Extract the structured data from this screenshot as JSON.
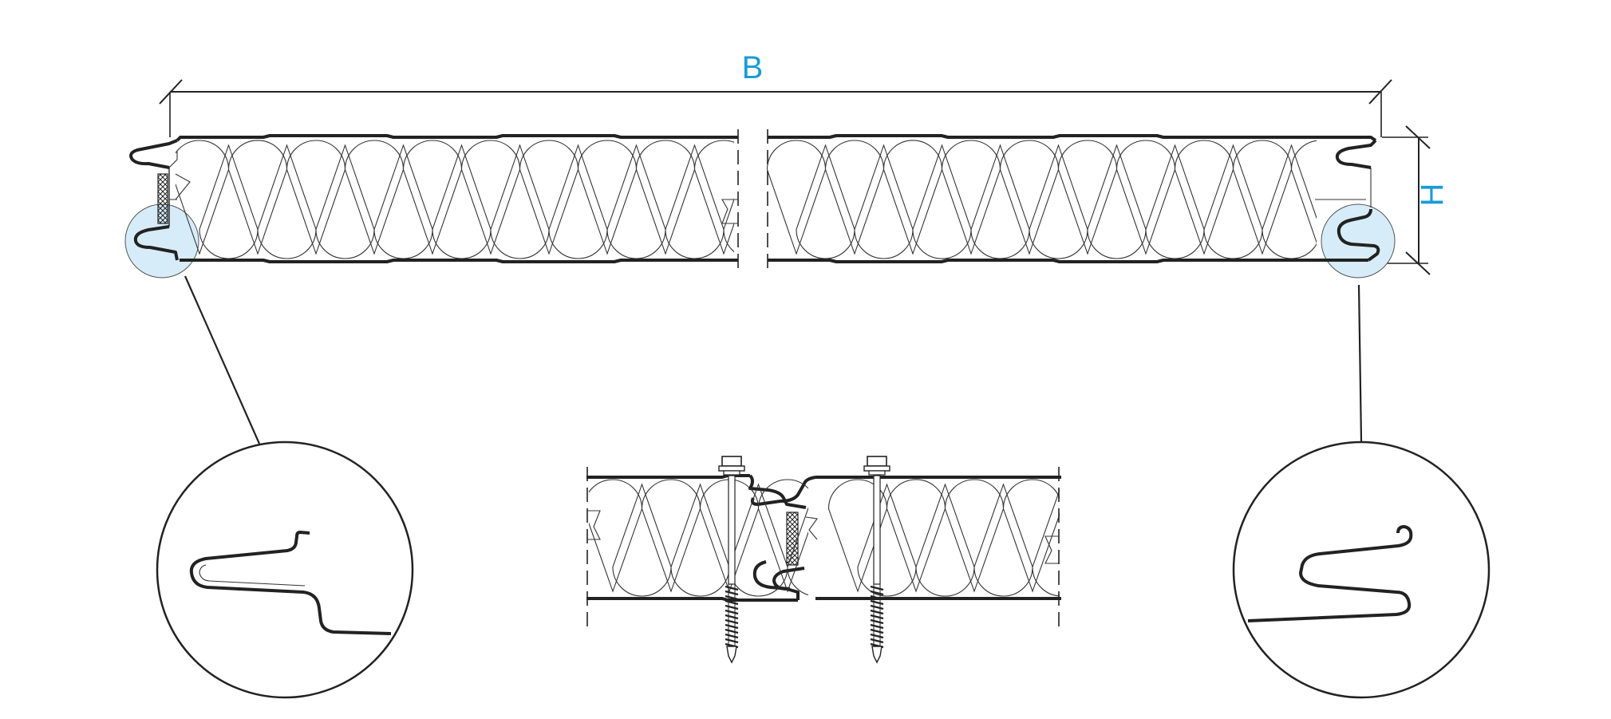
{
  "diagram": {
    "width_label": "B",
    "height_label": "H",
    "accent_color": "#1a9bd7",
    "line_color": "#222222",
    "highlight_fill": "#d6ecf8",
    "parts": [
      "panel-cross-section",
      "left-joint-detail",
      "right-joint-detail",
      "panel-joint-with-screws"
    ]
  }
}
